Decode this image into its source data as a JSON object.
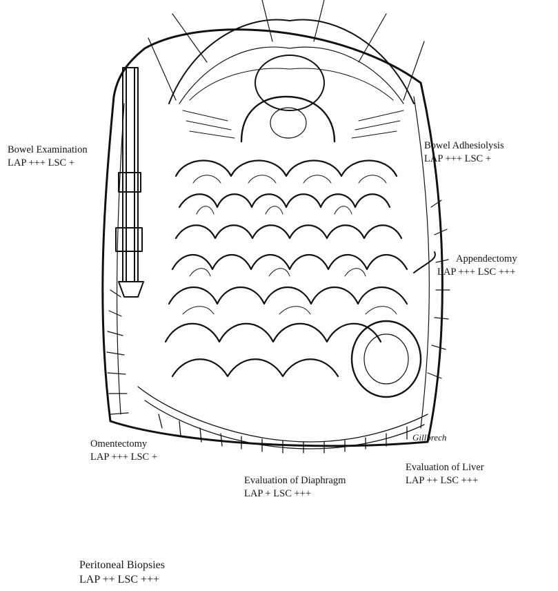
{
  "labels": {
    "bowel_examination": {
      "title": "Bowel Examination",
      "value": "LAP +++  LSC +"
    },
    "bowel_adhesiolysis": {
      "title": "Bowel Adhesiolysis",
      "value": "LAP +++  LSC +"
    },
    "appendectomy": {
      "title": "Appendectomy",
      "value": "LAP +++  LSC +++"
    },
    "omentectomy": {
      "title": "Omentectomy",
      "value": "LAP +++  LSC +"
    },
    "evaluation_of_liver": {
      "title": "Evaluation of Liver",
      "value": "LAP ++  LSC +++"
    },
    "evaluation_of_diaphragm": {
      "title": "Evaluation of Diaphragm",
      "value": "LAP +  LSC +++"
    },
    "peritoneal_biopsies": {
      "title": "Peritoneal Biopsies",
      "value": "LAP ++  LSC +++"
    }
  },
  "illustration": {
    "signature": "Gillbrech"
  },
  "colors": {
    "ink": "#111111",
    "paper": "#ffffff"
  }
}
